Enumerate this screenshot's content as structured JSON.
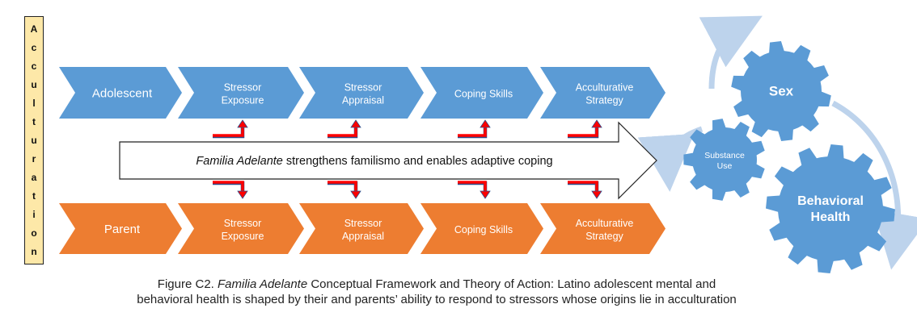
{
  "side_bar": {
    "letters": [
      "A",
      "c",
      "c",
      "u",
      "l",
      "t",
      "u",
      "r",
      "a",
      "t",
      "i",
      "o",
      "n"
    ]
  },
  "adolescent_row": [
    "Adolescent",
    "Stressor\nExposure",
    "Stressor\nAppraisal",
    "Coping Skills",
    "Acculturative\nStrategy"
  ],
  "parent_row": [
    "Parent",
    "Stressor\nExposure",
    "Stressor\nAppraisal",
    "Coping Skills",
    "Acculturative\nStrategy"
  ],
  "center_arrow": {
    "italic": "Familia Adelante",
    "text": " strengthens familismo and enables adaptive coping"
  },
  "gears": {
    "sex": "Sex",
    "substance": "Substance\nUse",
    "health": "Behavioral\nHealth"
  },
  "caption": {
    "prefix": "Figure C2.  ",
    "italic": "Familia Adelante",
    "rest": " Conceptual Framework and Theory of Action: Latino adolescent mental and",
    "line2": "behavioral health is shaped by their and parents’ ability to respond to stressors whose origins lie in acculturation"
  },
  "colors": {
    "blue": "#5b9bd5",
    "orange": "#ed7d31",
    "red": "#ff0000",
    "navy": "#2e4d8a",
    "cycle": "#bdd3ec",
    "side_bg": "#fde8a8"
  }
}
